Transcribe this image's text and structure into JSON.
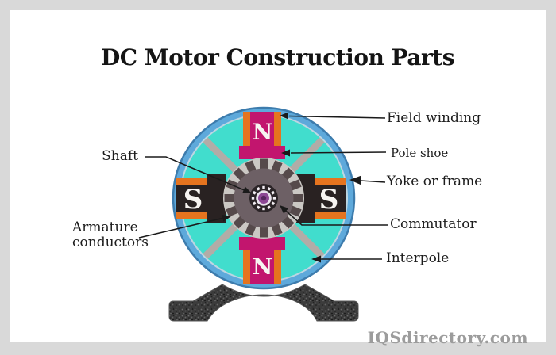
{
  "title": "DC Motor Construction Parts",
  "watermark": "IQSdirectory.com",
  "diagram": {
    "labels": {
      "field_winding": "Field winding",
      "pole_shoe": "Pole shoe",
      "yoke": "Yoke or frame",
      "commutator": "Commutator",
      "interpole": "Interpole",
      "shaft": "Shaft",
      "armature_conductors": "Armature\nconductors"
    },
    "poles": {
      "top": "N",
      "bottom": "N",
      "left": "S",
      "right": "S"
    }
  },
  "colors": {
    "background": "#d9d9d9",
    "card": "#ffffff",
    "yoke_blue": "#5ea9db",
    "yoke_edge": "#3d7cad",
    "yoke_inner_edge": "#bdd6e2",
    "stator_teal": "#41ddcd",
    "pole_magenta": "#c2156e",
    "winding_orange": "#e5741f",
    "pole_dark": "#292222",
    "spoke_gray": "#b2aca7",
    "armature_rim": "#cbc8c4",
    "armature_body": "#6d6065",
    "tooth_dark": "#564a4b",
    "commutator_dark": "#2b2427",
    "commutator_segment": "#f3eef3",
    "commutator_inner": "#e9e2ec",
    "shaft_purple": "#8d4895",
    "shaft_core": "#55265e",
    "stand_dark": "#3b3b3b",
    "pole_letter": "#f7f4f1",
    "label_ink": "#1a1a1a"
  }
}
